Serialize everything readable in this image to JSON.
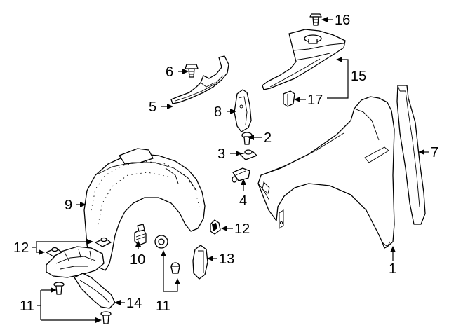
{
  "callouts": {
    "c1": "1",
    "c2": "2",
    "c3": "3",
    "c4": "4",
    "c5": "5",
    "c6": "6",
    "c7": "7",
    "c8": "8",
    "c9": "9",
    "c10": "10",
    "c11_left": "11",
    "c11_bottom": "11",
    "c12_left": "12",
    "c12_right": "12",
    "c13": "13",
    "c14": "14",
    "c15": "15",
    "c16": "16",
    "c17": "17"
  }
}
